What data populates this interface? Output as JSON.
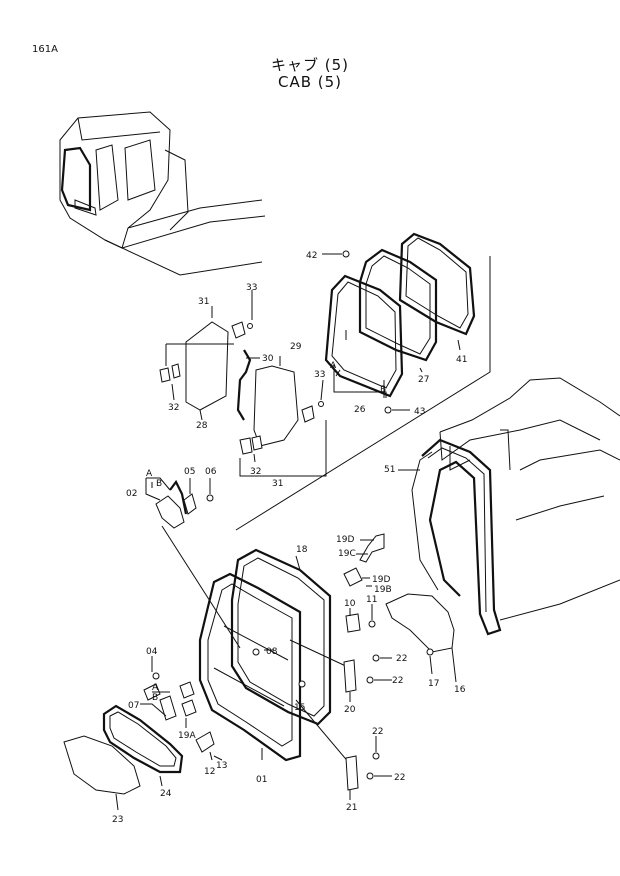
{
  "header": {
    "page_code": "161A",
    "title_ja": "キャブ (5)",
    "title_en": "CAB (5)"
  },
  "part_labels": {
    "p01": "01",
    "p02": "02",
    "p04": "04",
    "p05": "05",
    "p06": "06",
    "p07": "07",
    "p08": "08",
    "p10": "10",
    "p11": "11",
    "p12": "12",
    "p13": "13",
    "p15": "15",
    "p16": "16",
    "p17": "17",
    "p18": "18",
    "p19A": "19A",
    "p19B": "19B",
    "p19C": "19C",
    "p19D_top": "19D",
    "p19D_mid": "19D",
    "p20": "20",
    "p21": "21",
    "p22_a": "22",
    "p22_b": "22",
    "p22_c": "22",
    "p22_d": "22",
    "p23": "23",
    "p24": "24",
    "p26": "26",
    "p27": "27",
    "p28": "28",
    "p29": "29",
    "p30": "30",
    "p31_top": "31",
    "p31_bot": "31",
    "p32_top": "32",
    "p32_bot": "32",
    "p33_top": "33",
    "p33_mid": "33",
    "p41": "41",
    "p42": "42",
    "p43": "43",
    "p51": "51"
  },
  "ref_letters": {
    "a_top": "A",
    "b_top": "B",
    "a_02": "A",
    "b_02": "B",
    "a_07": "A",
    "b_07": "B"
  }
}
